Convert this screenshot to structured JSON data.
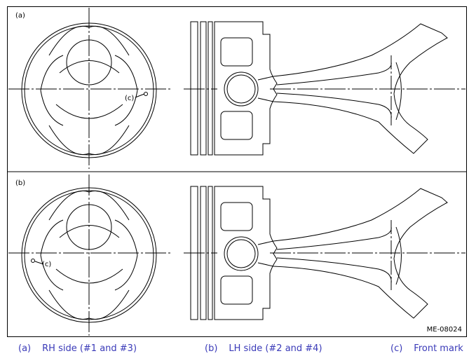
{
  "figure": {
    "label_a": "(a)",
    "label_b": "(b)",
    "callout_c": "(c)",
    "figure_code": "ME-08024"
  },
  "legend": [
    {
      "key": "(a)",
      "text": "RH side (#1 and #3)"
    },
    {
      "key": "(b)",
      "text": "LH side (#2 and #4)"
    },
    {
      "key": "(c)",
      "text": "Front mark"
    }
  ],
  "colors": {
    "legend_text": "#3a3ab8",
    "line": "#000000"
  }
}
